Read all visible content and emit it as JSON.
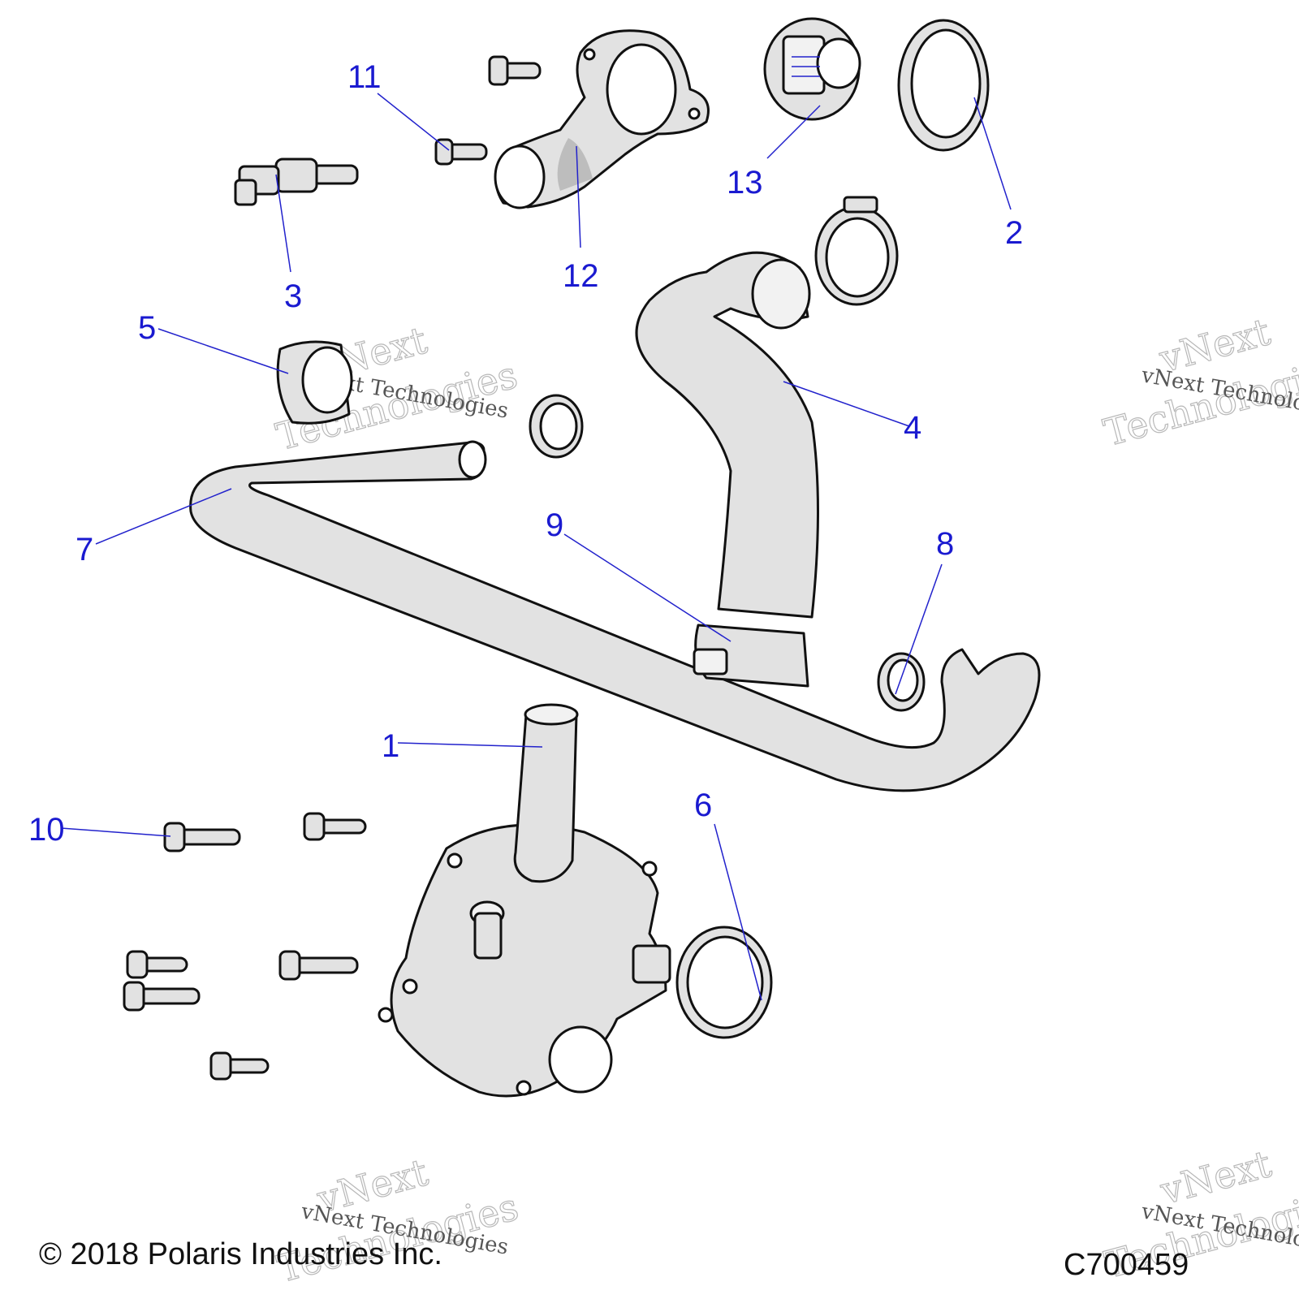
{
  "callouts": [
    {
      "id": "1",
      "label": "1"
    },
    {
      "id": "2",
      "label": "2"
    },
    {
      "id": "3",
      "label": "3"
    },
    {
      "id": "4",
      "label": "4"
    },
    {
      "id": "5",
      "label": "5"
    },
    {
      "id": "6",
      "label": "6"
    },
    {
      "id": "7",
      "label": "7"
    },
    {
      "id": "8",
      "label": "8"
    },
    {
      "id": "9",
      "label": "9"
    },
    {
      "id": "10",
      "label": "10"
    },
    {
      "id": "11",
      "label": "11"
    },
    {
      "id": "12",
      "label": "12"
    },
    {
      "id": "13",
      "label": "13"
    }
  ],
  "watermark": {
    "line1": "vNext",
    "line2": "Technologies",
    "small": "vNext Technologies"
  },
  "footer": {
    "copyright": "© 2018 Polaris Industries Inc.",
    "diagram_code": "C700459"
  },
  "colors": {
    "callout": "#1a1ad0",
    "part_fill": "#e2e2e2",
    "outline": "#111111"
  }
}
